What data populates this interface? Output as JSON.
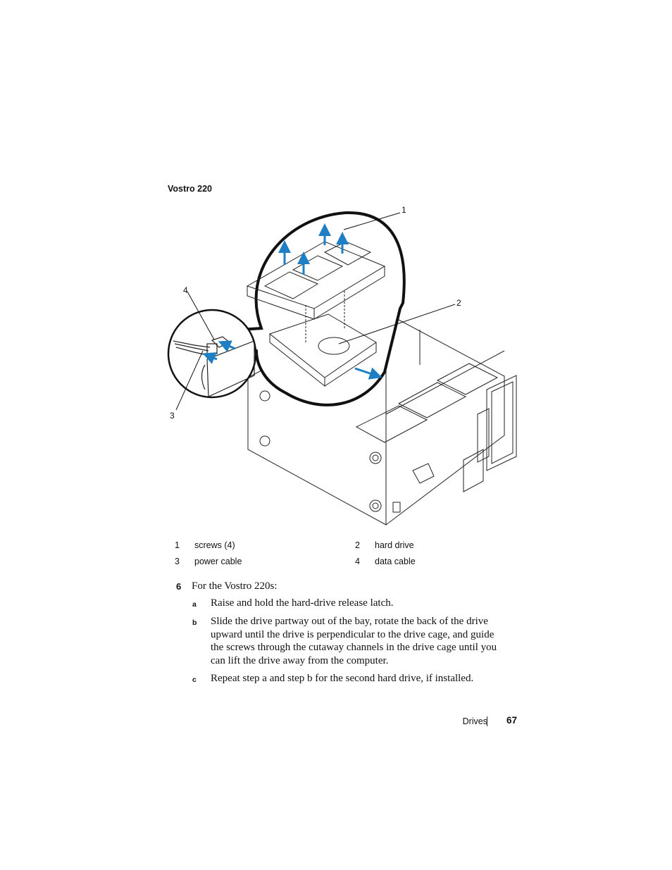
{
  "figure": {
    "caption": "Vostro 220",
    "callouts": [
      "1",
      "2",
      "3",
      "4"
    ]
  },
  "legend": [
    {
      "num": "1",
      "label": "screws (4)"
    },
    {
      "num": "2",
      "label": "hard drive"
    },
    {
      "num": "3",
      "label": "power cable"
    },
    {
      "num": "4",
      "label": "data cable"
    }
  ],
  "step": {
    "number": "6",
    "text": "For the Vostro 220s:",
    "substeps": [
      {
        "label": "a",
        "lines": [
          "Raise and hold the hard-drive release latch."
        ]
      },
      {
        "label": "b",
        "lines": [
          "Slide the drive partway out of the bay, rotate the back of the drive",
          "upward until the drive is perpendicular to the drive cage, and guide",
          "the screws through the cutaway channels in the drive cage until you",
          "can lift the drive away from the computer."
        ]
      },
      {
        "label": "c",
        "lines": [
          "Repeat step a and step b for the second hard drive, if installed."
        ]
      }
    ]
  },
  "footer": {
    "section": "Drives",
    "page": "67"
  },
  "colors": {
    "arrow": "#1f7fc4",
    "ink": "#111111"
  }
}
